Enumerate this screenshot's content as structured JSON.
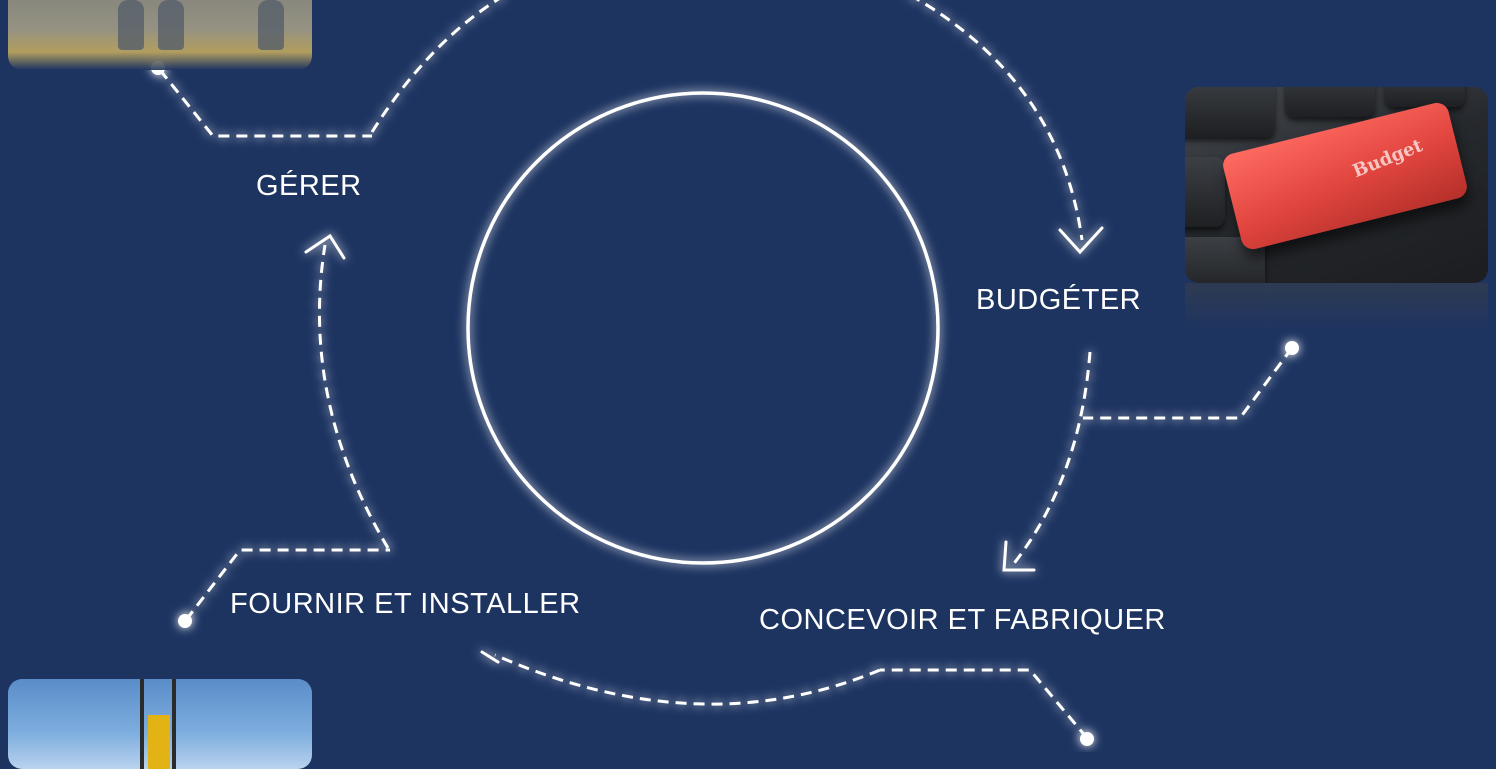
{
  "stages": {
    "gerer": "GÉRER",
    "budgeter": "BUDGÉTER",
    "concevoir": "CONCEVOIR ET FABRIQUER",
    "fournir": "FOURNIR ET INSTALLER"
  },
  "photos": {
    "budget_key_text": "Budget"
  },
  "colors": {
    "background": "#1d3461",
    "lines": "#ffffff",
    "key_red": "#e0453e"
  }
}
